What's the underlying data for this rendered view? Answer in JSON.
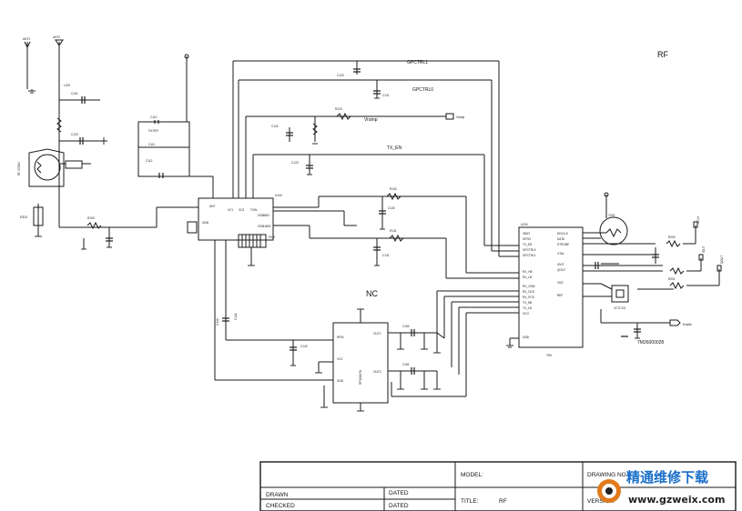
{
  "sheet_label": "RF",
  "nets": {
    "gpctrl1": "GPCTRL1",
    "gpctrl0": "GPCTRL0",
    "vramp": "Vramp",
    "tx_en": "TX_EN"
  },
  "nc_label": "NC",
  "part_number": "7M26000028",
  "title_block": {
    "model_label": "MODEL:",
    "drawn_label": "DRAWN",
    "checked_label": "CHECKED",
    "dated_label_1": "DATED",
    "dated_label_2": "DATED",
    "title_label": "TITLE:",
    "title_value": "RF",
    "drawing_no_label": "DRAWING NO.",
    "version_label": "VERSION"
  },
  "watermark": {
    "text": "精通维修下载",
    "url": "www.gzweix.com"
  },
  "colors": {
    "ink": "#1a1a1a",
    "paper": "#ffffff",
    "watermark_blue": "#1a6fc9",
    "watermark_orange": "#e07a1c"
  }
}
